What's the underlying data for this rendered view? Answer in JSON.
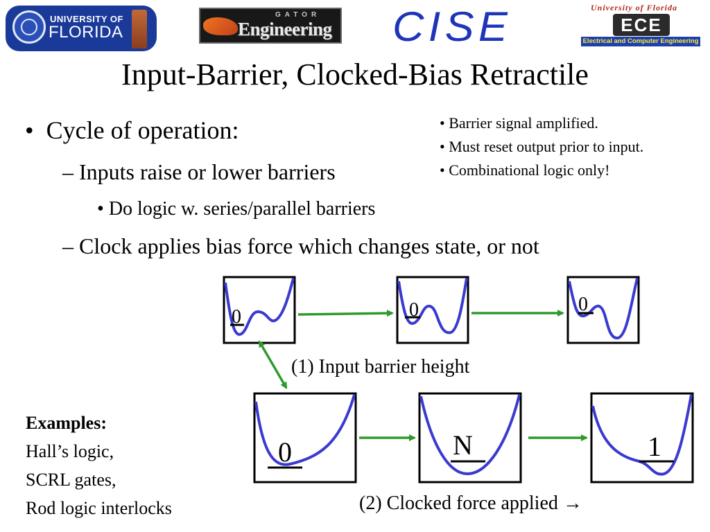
{
  "logos": {
    "uf": {
      "line1": "UNIVERSITY OF",
      "line2": "FLORIDA"
    },
    "gator_engineering": {
      "small": "GATOR",
      "big": "Engineering"
    },
    "cise": "CISE",
    "ece": {
      "top": "University of Florida",
      "mark": "ECE",
      "sub": "Electrical and Computer Engineering"
    }
  },
  "title": "Input-Barrier, Clocked-Bias Retractile",
  "bullets": {
    "level1": "Cycle of operation:",
    "level2a": "Inputs raise or lower barriers",
    "level3": "Do logic w. series/parallel barriers",
    "level2b": "Clock applies bias force which changes state, or not"
  },
  "notes": [
    "• Barrier signal amplified.",
    "• Must reset output prior to input.",
    "• Combinational logic only!"
  ],
  "diagram": {
    "top_row_labels": [
      "0",
      "0",
      "0"
    ],
    "bottom_row_labels": [
      "0",
      "N",
      "1"
    ],
    "caption_1": "(1) Input barrier height",
    "caption_2": "(2) Clocked force applied →",
    "colors": {
      "curve": "#3a3ad0",
      "arrow": "#2e9a2e",
      "frame": "#000000"
    }
  },
  "examples": {
    "heading": "Examples:",
    "items": [
      "Hall’s logic,",
      "SCRL gates,",
      "Rod logic interlocks"
    ]
  }
}
